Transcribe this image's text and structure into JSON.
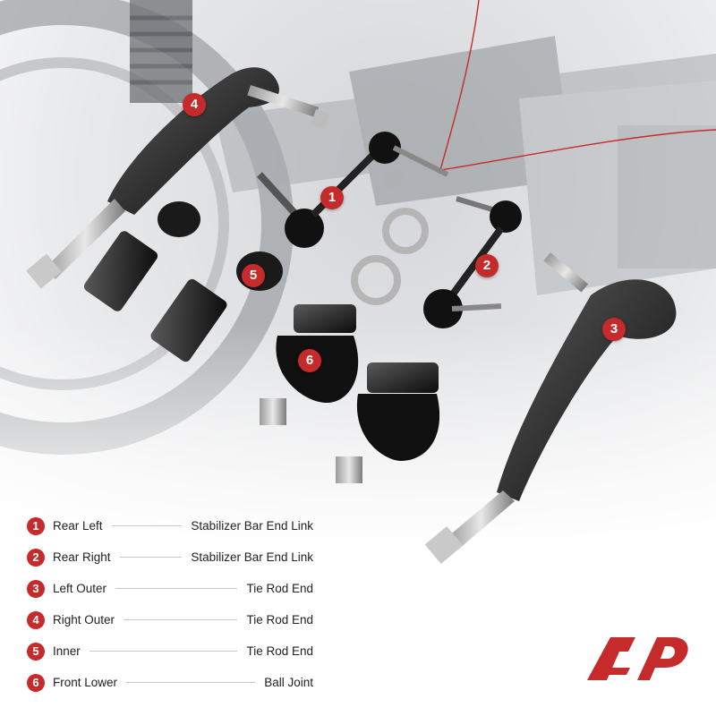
{
  "colors": {
    "accent": "#c62b2b",
    "text": "#222222",
    "parts": "#111111"
  },
  "callouts": [
    "1",
    "2",
    "3",
    "4",
    "5",
    "6"
  ],
  "legend": [
    {
      "number": "1",
      "position": "Rear Left",
      "part": "Stabilizer Bar End Link"
    },
    {
      "number": "2",
      "position": "Rear Right",
      "part": "Stabilizer Bar End Link"
    },
    {
      "number": "3",
      "position": "Left Outer",
      "part": "Tie Rod End"
    },
    {
      "number": "4",
      "position": "Right Outer",
      "part": "Tie Rod End"
    },
    {
      "number": "5",
      "position": "Inner",
      "part": "Tie Rod End"
    },
    {
      "number": "6",
      "position": "Front Lower",
      "part": "Ball Joint"
    }
  ],
  "logo": {
    "icon": "a-premium-logo",
    "text": "AP"
  }
}
